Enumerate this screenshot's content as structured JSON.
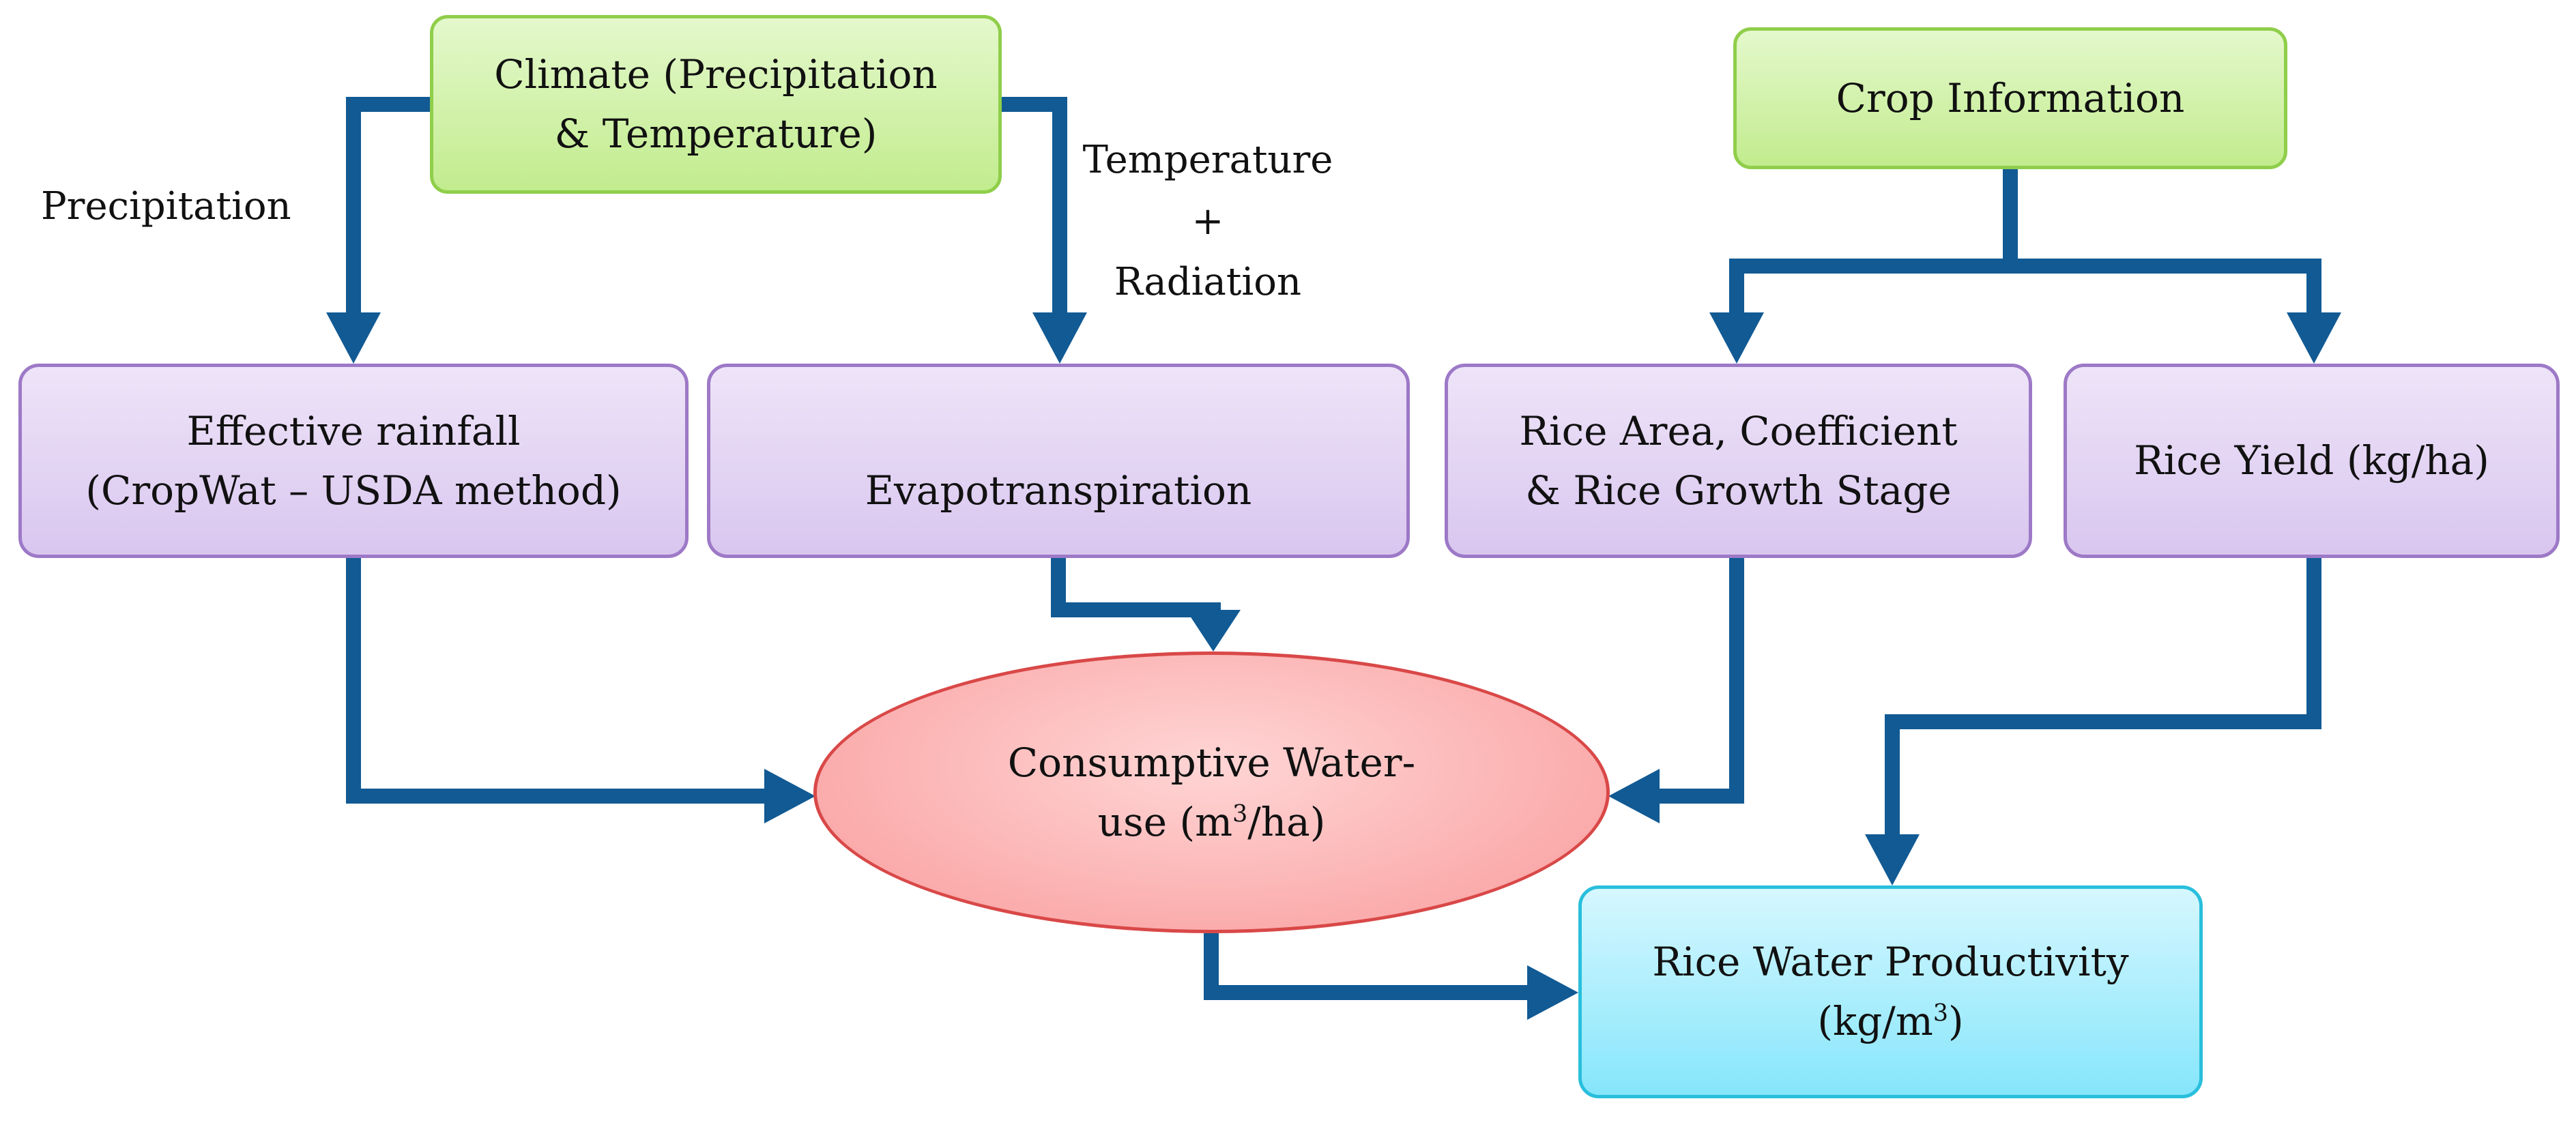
{
  "nodes": {
    "climate": {
      "line1": "Climate (Precipitation",
      "line2": "& Temperature)"
    },
    "crop_info": {
      "line1": "Crop Information"
    },
    "effective_rainfall": {
      "line1": "Effective rainfall",
      "line2": "(CropWat – USDA method)"
    },
    "evapotranspiration": {
      "line1": "Evapotranspiration"
    },
    "rice_area": {
      "line1": "Rice Area, Coefficient",
      "line2": "& Rice Growth Stage"
    },
    "rice_yield": {
      "line1": "Rice Yield (kg/ha)"
    },
    "consumptive": {
      "line1": "Consumptive Water-",
      "line2_pre": "use (m",
      "line2_sup": "3",
      "line2_post": "/ha)"
    },
    "productivity": {
      "line1": "Rice Water Productivity",
      "line2_pre": "(kg/m",
      "line2_sup": "3",
      "line2_post": ")"
    }
  },
  "edge_labels": {
    "precipitation": "Precipitation",
    "temp_rad_1": "Temperature",
    "temp_rad_2": "+",
    "temp_rad_3": "Radiation"
  },
  "colors": {
    "arrow": "#115a94"
  }
}
